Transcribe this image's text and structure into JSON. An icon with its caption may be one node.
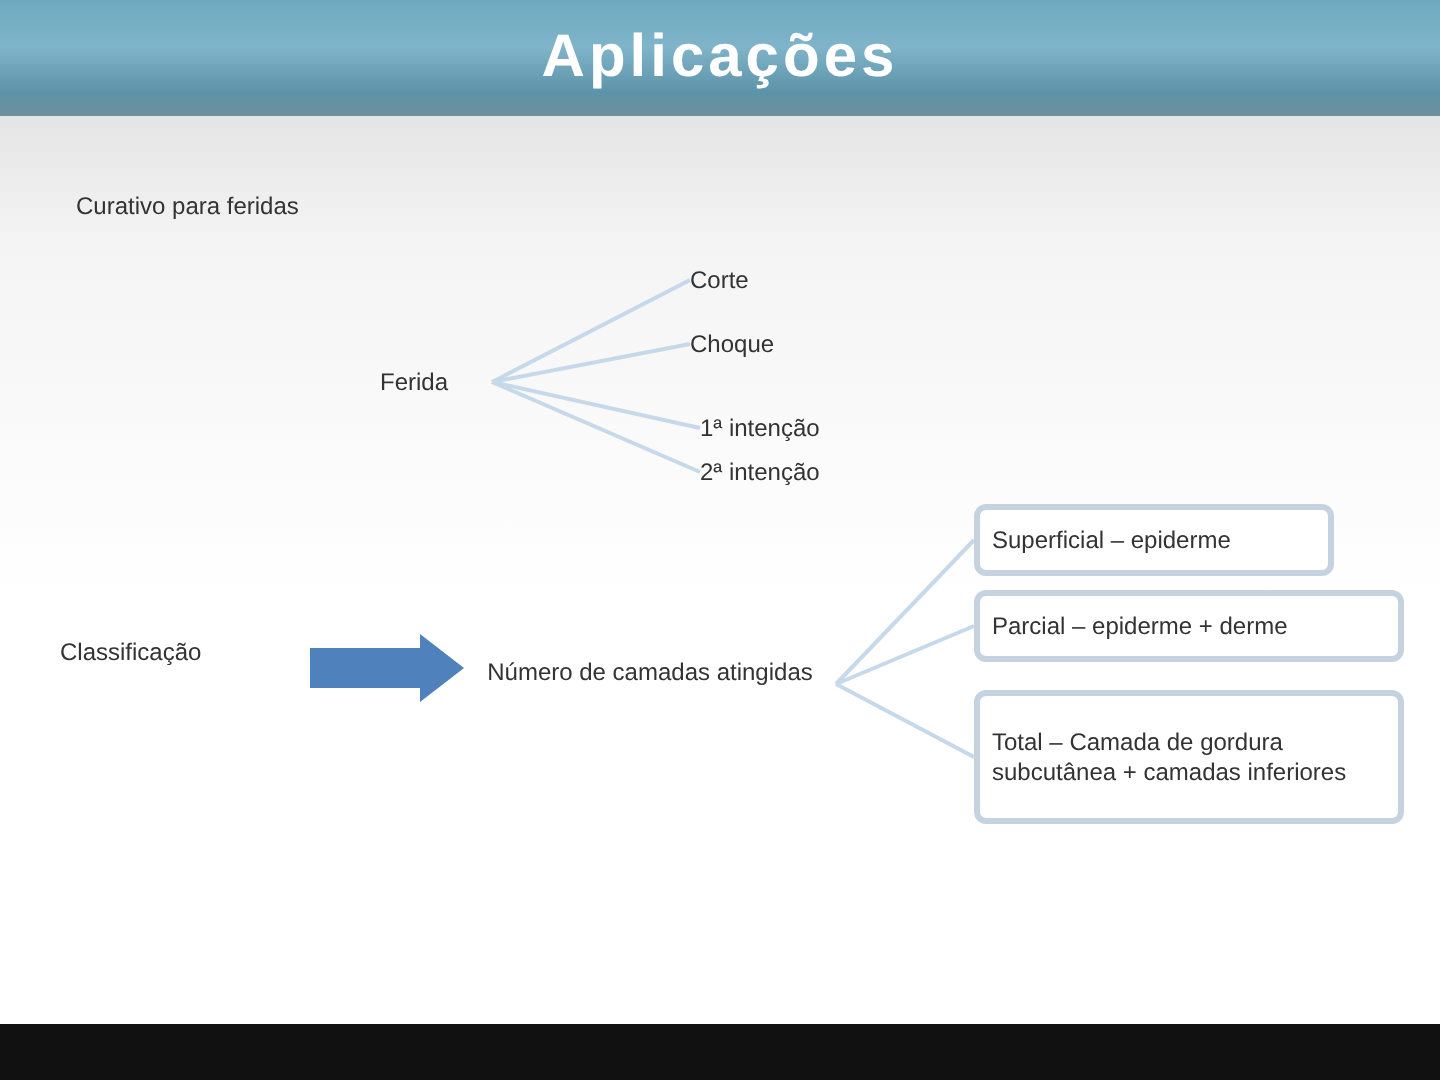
{
  "diagram": {
    "title": "Aplicações",
    "nodes": [
      {
        "text": [
          "Ferida"
        ]
      },
      {
        "text": [
          "Corte"
        ]
      },
      {
        "text": [
          "Choque"
        ]
      },
      {
        "text": [
          "1ª intenção"
        ]
      },
      {
        "text": [
          "2ª intenção"
        ]
      },
      {
        "text": [
          "Classificação"
        ]
      },
      {
        "text": [
          "Número de camadas atingidas"
        ]
      },
      {
        "text": [
          "Superficial – epiderme"
        ]
      },
      {
        "text": [
          "Parcial – epiderme + derme"
        ]
      },
      {
        "text": [
          "Total – Camada de gordura subcutânea + camadas inferiores"
        ]
      }
    ],
    "edges": [
      {
        "from": 0,
        "to": 1,
        "arrow": "none"
      },
      {
        "from": 0,
        "to": 2,
        "arrow": "none"
      },
      {
        "from": 0,
        "to": 3,
        "arrow": "none"
      },
      {
        "from": 0,
        "to": 4,
        "arrow": "none"
      },
      {
        "from": 5,
        "to": 6,
        "arrow": "to",
        "style": "thick",
        "color": "#4f81bd"
      },
      {
        "from": 6,
        "to": 7,
        "arrow": "none"
      },
      {
        "from": 6,
        "to": 8,
        "arrow": "none"
      },
      {
        "from": 6,
        "to": 9,
        "arrow": "none"
      }
    ],
    "labels": [
      "Curativo para feridas"
    ]
  }
}
